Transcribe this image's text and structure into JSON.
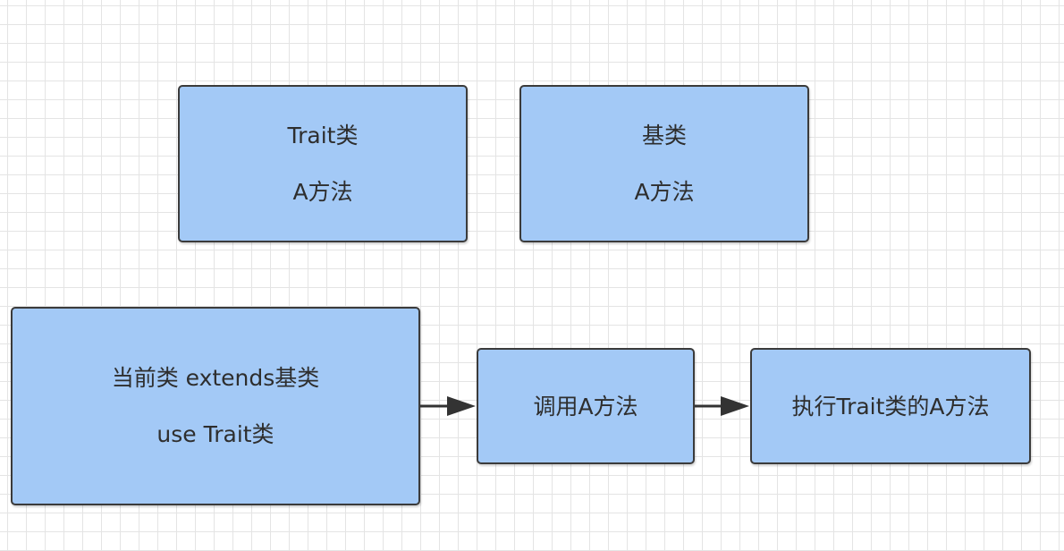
{
  "diagram": {
    "nodes": {
      "trait_class": {
        "title": "Trait类",
        "method": "A方法"
      },
      "base_class": {
        "title": "基类",
        "method": "A方法"
      },
      "current_class": {
        "line1": "当前类 extends基类",
        "line2": "use Trait类"
      },
      "call_method": {
        "label": "调用A方法"
      },
      "execute_trait": {
        "label": "执行Trait类的A方法"
      }
    },
    "edges": [
      {
        "from": "current_class",
        "to": "call_method"
      },
      {
        "from": "call_method",
        "to": "execute_trait"
      }
    ],
    "colors": {
      "node_fill": "#a3c9f6",
      "node_border": "#3b3b3b",
      "arrow": "#333333",
      "grid": "#e4e4e4"
    }
  }
}
